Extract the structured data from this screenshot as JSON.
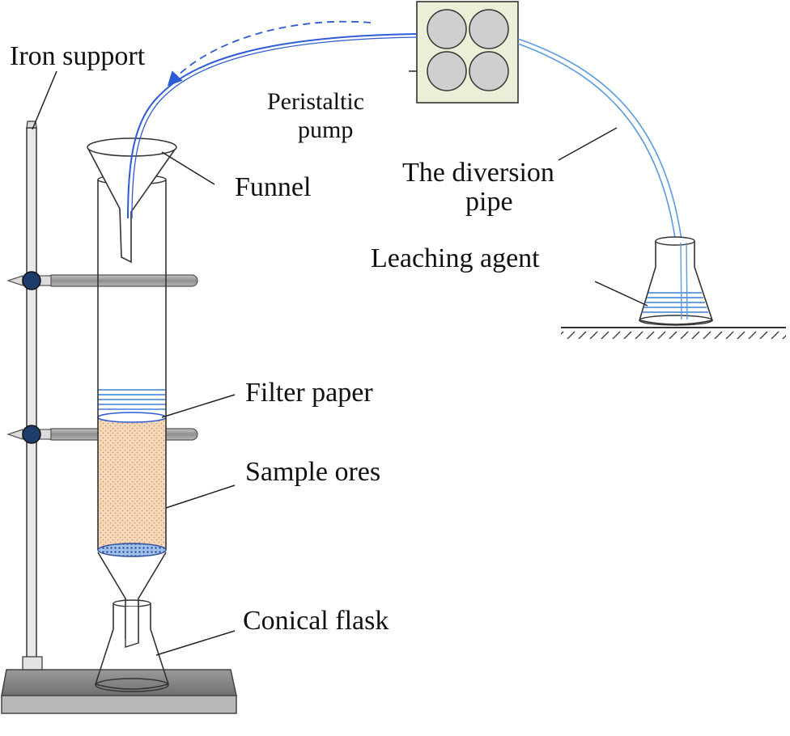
{
  "labels": {
    "iron_support": "Iron support",
    "peristaltic_pump_line1": "Peristaltic",
    "peristaltic_pump_line2": "pump",
    "funnel": "Funnel",
    "diversion_pipe_line1": "The diversion",
    "diversion_pipe_line2": "pipe",
    "leaching_agent": "Leaching agent",
    "filter_paper": "Filter paper",
    "sample_ores": "Sample ores",
    "conical_flask": "Conical flask"
  },
  "colors": {
    "tube_blue": "#2e5bd6",
    "pipe_light_blue": "#5a9be0",
    "liquid_blue": "#3d7fd6",
    "clamp_knob": "#1f3d6b",
    "clamp_bar": "#9a9a9a",
    "base_plate": "#8a8a8a",
    "ore_fill": "#f6d9bb",
    "pump_box": "#ecefd8",
    "roller": "#cfcfcf"
  }
}
